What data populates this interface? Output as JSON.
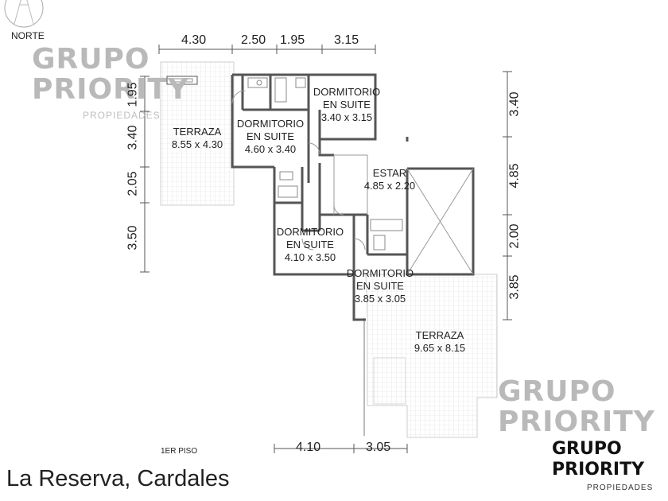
{
  "compass": {
    "label": "NORTE"
  },
  "watermark": {
    "line1": "GRUPO",
    "line2": "PRIORITY",
    "sub": "PROPIEDADES"
  },
  "logo": {
    "line1": "GRUPO",
    "line2": "PRIORITY",
    "sub": "PROPIEDADES"
  },
  "floor_label": "1ER PISO",
  "title": "La Reserva, Cardales",
  "rooms": {
    "terraza_1": {
      "name": "TERRAZA",
      "size": "8.55 x 4.30"
    },
    "dormitorio_1": {
      "name": "DORMITORIO",
      "sub": "EN SUITE",
      "size": "4.60 x 3.40"
    },
    "dormitorio_2": {
      "name": "DORMITORIO",
      "sub": "EN SUITE",
      "size": "3.40 x 3.15"
    },
    "estar": {
      "name": "ESTAR",
      "size": "4.85 x 2.20"
    },
    "dormitorio_3": {
      "name": "DORMITORIO",
      "sub": "EN SUITE",
      "size": "4.10 x 3.50"
    },
    "dormitorio_4": {
      "name": "DORMITORIO",
      "sub": "EN SUITE",
      "size": "3.85 x 3.05"
    },
    "terraza_2": {
      "name": "TERRAZA",
      "size": "9.65 x 8.15"
    }
  },
  "dimensions": {
    "top": [
      "4.30",
      "2.50",
      "1.95",
      "3.15"
    ],
    "left": [
      "1.95",
      "3.40",
      "2.05",
      "3.50"
    ],
    "right": [
      "3.40",
      "4.85",
      "2.00",
      "3.85"
    ],
    "bottom": [
      "4.10",
      "3.05"
    ]
  }
}
